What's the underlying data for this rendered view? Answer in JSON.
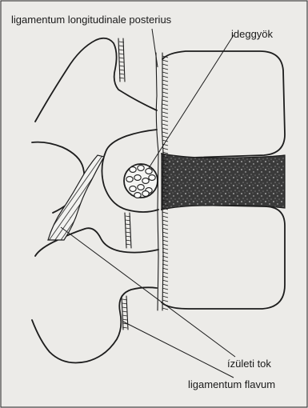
{
  "labels": {
    "lig_long_post": "ligamentum longitudinale posterius",
    "ideggyok": "ideggyök",
    "izuleti_tok": "ízületi tok",
    "lig_flavum": "ligamentum flavum"
  }
}
